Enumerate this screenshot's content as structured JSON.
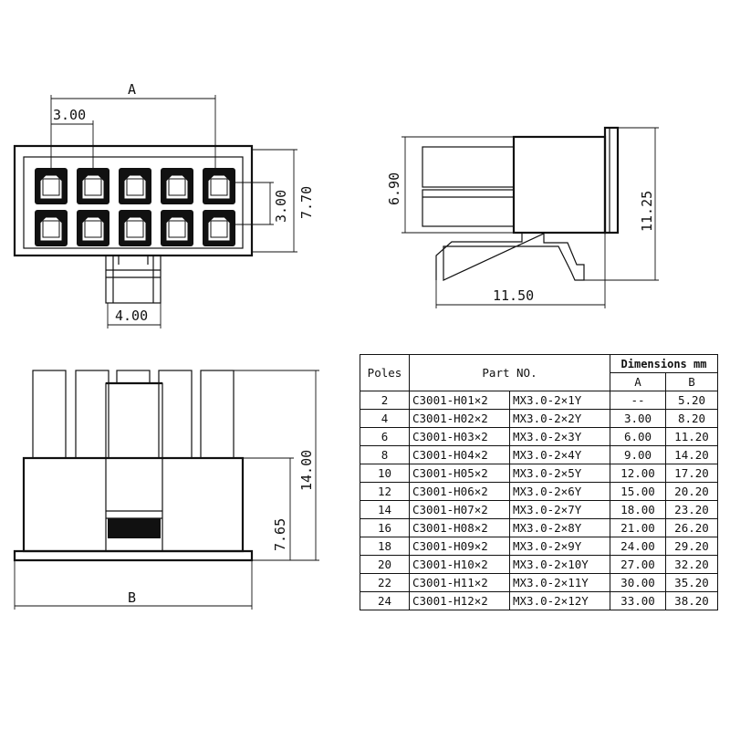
{
  "labels": {
    "dim_A": "A",
    "dim_3_00_top": "3.00",
    "dim_3_00_side": "3.00",
    "dim_7_70": "7.70",
    "dim_4_00": "4.00",
    "dim_6_90": "6.90",
    "dim_11_25": "11.25",
    "dim_11_50": "11.50",
    "dim_14_00": "14.00",
    "dim_7_65": "7.65",
    "dim_B": "B"
  },
  "table": {
    "headers": {
      "poles": "Poles",
      "part_no": "Part NO.",
      "dimensions": "Dimensions mm",
      "a": "A",
      "b": "B"
    },
    "rows": [
      {
        "poles": "2",
        "part1": "C3001-H01×2",
        "part2": "MX3.0-2×1Y",
        "a": "--",
        "b": "5.20"
      },
      {
        "poles": "4",
        "part1": "C3001-H02×2",
        "part2": "MX3.0-2×2Y",
        "a": "3.00",
        "b": "8.20"
      },
      {
        "poles": "6",
        "part1": "C3001-H03×2",
        "part2": "MX3.0-2×3Y",
        "a": "6.00",
        "b": "11.20"
      },
      {
        "poles": "8",
        "part1": "C3001-H04×2",
        "part2": "MX3.0-2×4Y",
        "a": "9.00",
        "b": "14.20"
      },
      {
        "poles": "10",
        "part1": "C3001-H05×2",
        "part2": "MX3.0-2×5Y",
        "a": "12.00",
        "b": "17.20"
      },
      {
        "poles": "12",
        "part1": "C3001-H06×2",
        "part2": "MX3.0-2×6Y",
        "a": "15.00",
        "b": "20.20"
      },
      {
        "poles": "14",
        "part1": "C3001-H07×2",
        "part2": "MX3.0-2×7Y",
        "a": "18.00",
        "b": "23.20"
      },
      {
        "poles": "16",
        "part1": "C3001-H08×2",
        "part2": "MX3.0-2×8Y",
        "a": "21.00",
        "b": "26.20"
      },
      {
        "poles": "18",
        "part1": "C3001-H09×2",
        "part2": "MX3.0-2×9Y",
        "a": "24.00",
        "b": "29.20"
      },
      {
        "poles": "20",
        "part1": "C3001-H10×2",
        "part2": "MX3.0-2×10Y",
        "a": "27.00",
        "b": "32.20"
      },
      {
        "poles": "22",
        "part1": "C3001-H11×2",
        "part2": "MX3.0-2×11Y",
        "a": "30.00",
        "b": "35.20"
      },
      {
        "poles": "24",
        "part1": "C3001-H12×2",
        "part2": "MX3.0-2×12Y",
        "a": "33.00",
        "b": "38.20"
      }
    ]
  }
}
